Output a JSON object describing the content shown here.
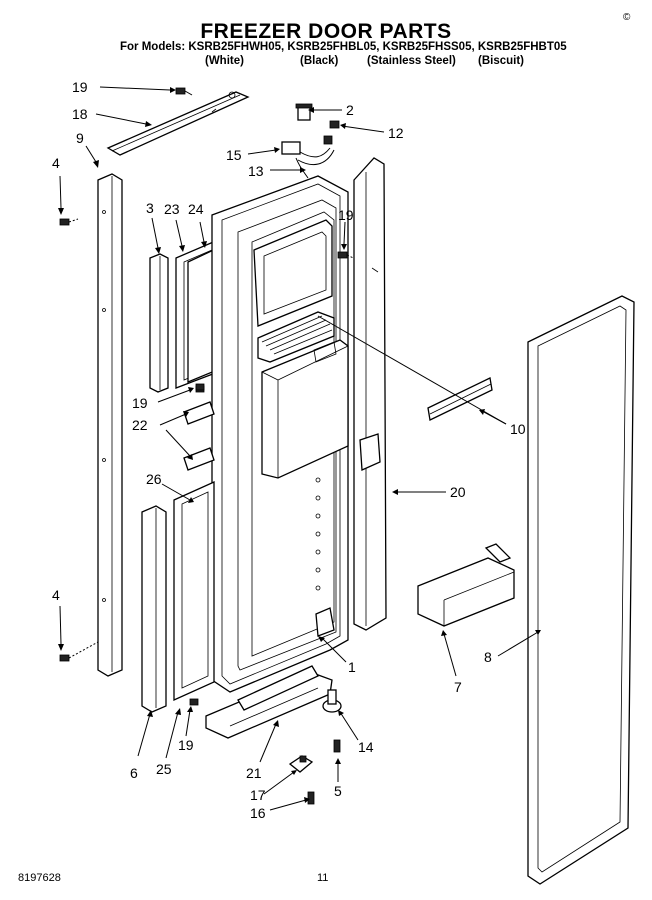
{
  "title": "FREEZER DOOR PARTS",
  "models_line": "For Models: KSRB25FHWH05, KSRB25FHBL05, KSRB25FHSS05, KSRB25FHBT05",
  "variants": [
    "(White)",
    "(Black)",
    "(Stainless Steel)",
    "(Biscuit)"
  ],
  "corner_mark": "©",
  "footer": {
    "code": "8197628",
    "page": "11"
  },
  "callouts": {
    "c19a": "19",
    "c18": "18",
    "c9": "9",
    "c4a": "4",
    "c3": "3",
    "c23": "23",
    "c24": "24",
    "c2": "2",
    "c12": "12",
    "c15": "15",
    "c13": "13",
    "c19b": "19",
    "c19c": "19",
    "c22": "22",
    "c26": "26",
    "c10": "10",
    "c20": "20",
    "c4b": "4",
    "c1": "1",
    "c8": "8",
    "c7": "7",
    "c6": "6",
    "c25": "25",
    "c19d": "19",
    "c14": "14",
    "c21": "21",
    "c5": "5",
    "c17": "17",
    "c16": "16"
  }
}
